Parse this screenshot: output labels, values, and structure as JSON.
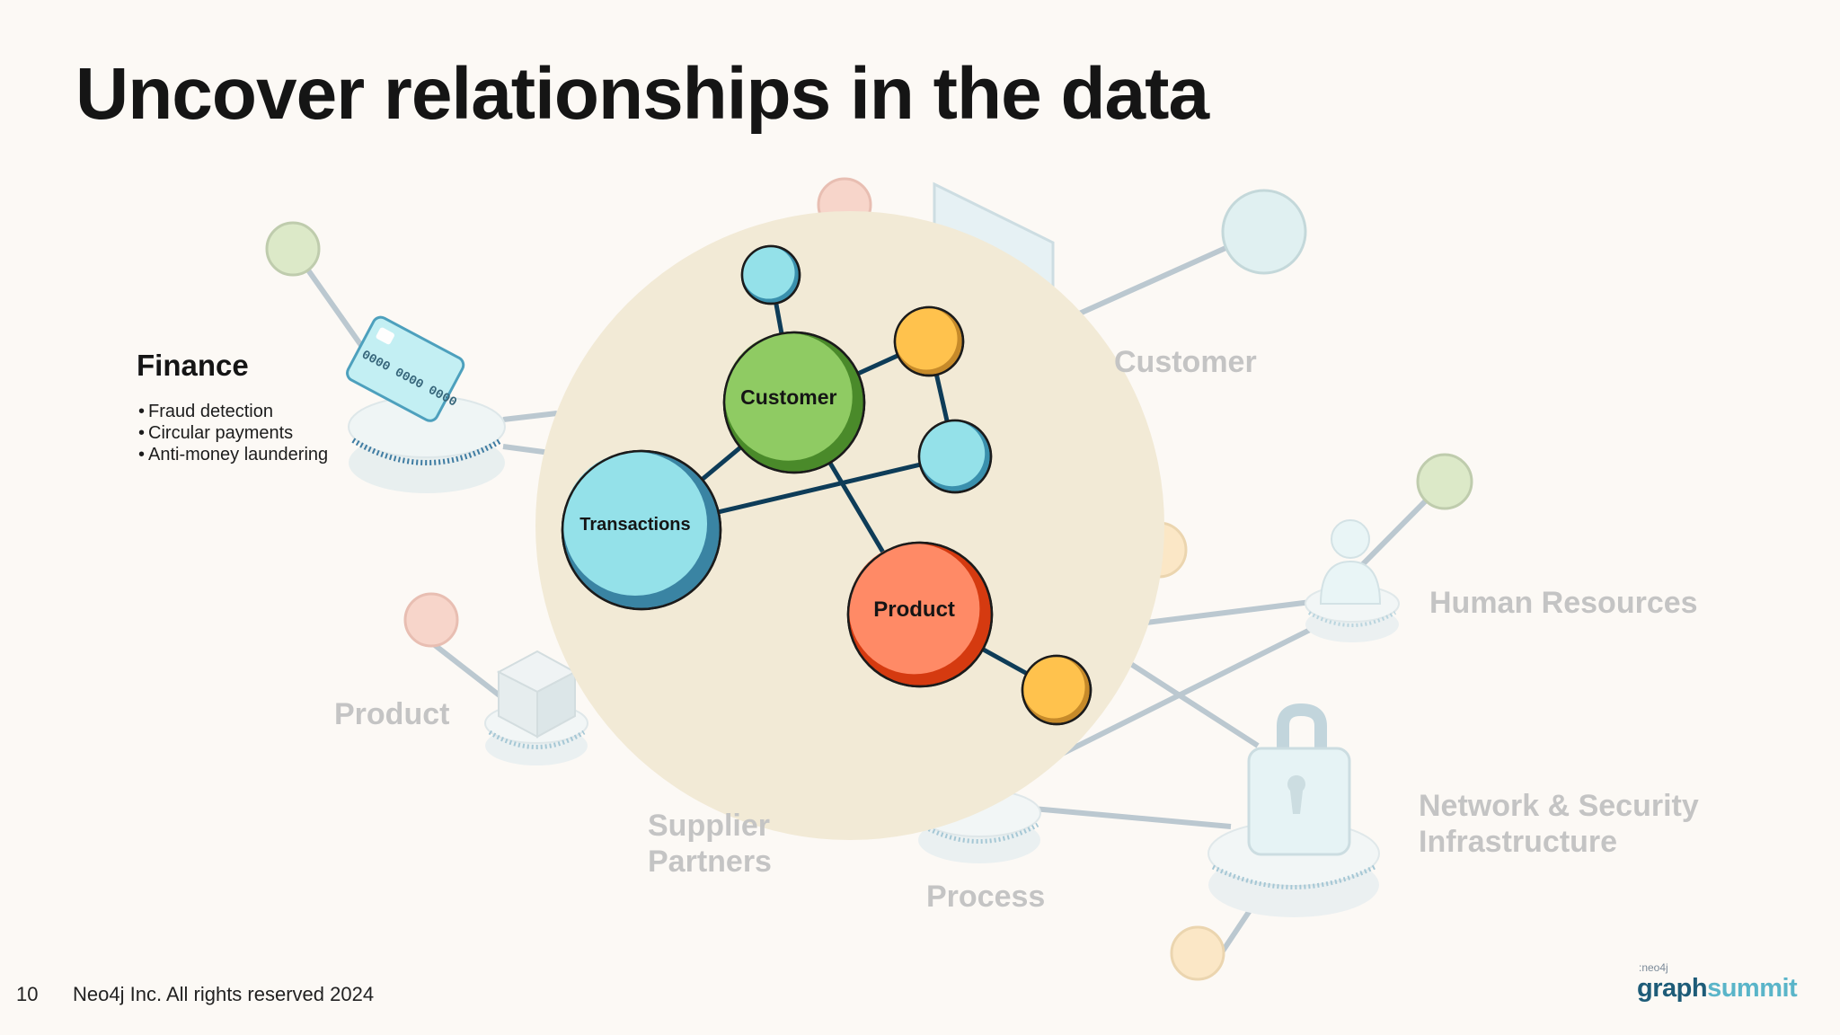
{
  "slide": {
    "title": "Uncover relationships in the data"
  },
  "finance": {
    "heading": "Finance",
    "bullets": [
      "Fraud detection",
      "Circular payments",
      "Anti-money laundering"
    ]
  },
  "background_labels": {
    "customer": "Customer",
    "human_resources": "Human Resources",
    "product": "Product",
    "suppliers_line1": "Supplier",
    "suppliers_line2": "Partners",
    "process": "Process",
    "network_line1": "Network & Security",
    "network_line2": "Infrastructure"
  },
  "graph": {
    "nodes": {
      "customer": "Customer",
      "transactions": "Transactions",
      "product": "Product"
    }
  },
  "card_text": "0000 0000 0000",
  "footer": {
    "page_number": "10",
    "copyright": "Neo4j Inc. All rights reserved 2024"
  },
  "logo": {
    "small": ":neo4j",
    "word_main": "graph",
    "word_accent": "summit"
  },
  "colors": {
    "background": "#fcf9f5",
    "spotlight": "#f2ead6",
    "customer_node": "#8fcb63",
    "transactions_node": "#94e1e9",
    "product_node": "#ff8a66",
    "yellow_node": "#ffc24d",
    "edge": "#0e3c58"
  }
}
